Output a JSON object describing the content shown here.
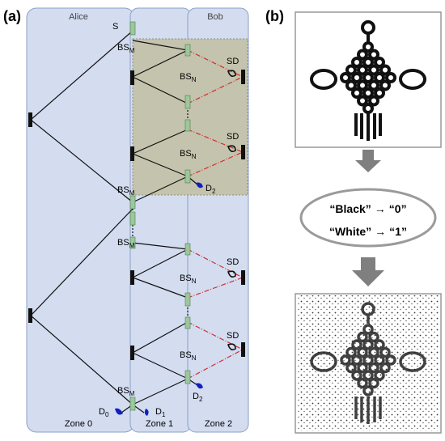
{
  "panel_a": {
    "label": "(a)",
    "regions": {
      "alice": "Alice",
      "bob": "Bob"
    },
    "zones": [
      "Zone 0",
      "Zone 1",
      "Zone 2"
    ],
    "labels": {
      "source": "S",
      "bs_m": "BS",
      "bs_n": "BS",
      "sub_m": "M",
      "sub_n": "N",
      "sd": "SD",
      "d": "D",
      "d0_sub": "0",
      "d1_sub": "1",
      "d2_sub": "2"
    }
  },
  "panel_b": {
    "label": "(b)",
    "mapping": [
      {
        "from": "“Black”",
        "arrow": "→",
        "to": "“0”"
      },
      {
        "from": "“White”",
        "arrow": "→",
        "to": "“1”"
      }
    ]
  },
  "colors": {
    "zone_fill": "#d4dcf0",
    "zone_stroke": "#8aa0c8",
    "shaded_box": "#c4c3ad",
    "mirror": "#111111",
    "beam": "#111111",
    "red_beam": "#d03030",
    "detector": "#1020c0",
    "splitter": "#9cc79c",
    "arrow": "#7f7f7f",
    "ellipse_stroke": "#9a9a9a"
  }
}
